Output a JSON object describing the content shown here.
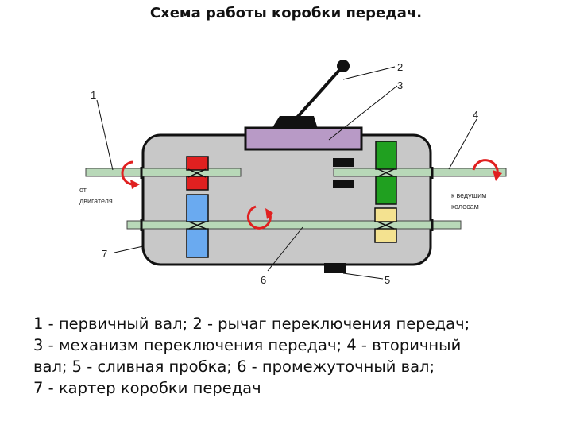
{
  "title": "Схема работы коробки передач.",
  "labels": {
    "n1": "1",
    "n2": "2",
    "n3": "3",
    "n4": "4",
    "n5": "5",
    "n6": "6",
    "n7": "7"
  },
  "side_text": {
    "left_line1": "от",
    "left_line2": "двигателя",
    "right_line1": "к ведущим",
    "right_line2": "колесам"
  },
  "caption_lines": [
    "1 - первичный вал; 2 - рычаг переключения передач;",
    "3 - механизм переключения передач; 4 - вторичный",
    "вал; 5 - сливная пробка; 6 - промежуточный вал;",
    "7 - картер коробки передач"
  ],
  "colors": {
    "housing": "#c8c8c8",
    "shaft": "#b8d8b8",
    "gear_red": "#e02020",
    "gear_blue": "#6aaaf0",
    "gear_green": "#20a020",
    "gear_yellow": "#f4e290",
    "mechanism": "#b89ac6",
    "arrow": "#e02020"
  }
}
